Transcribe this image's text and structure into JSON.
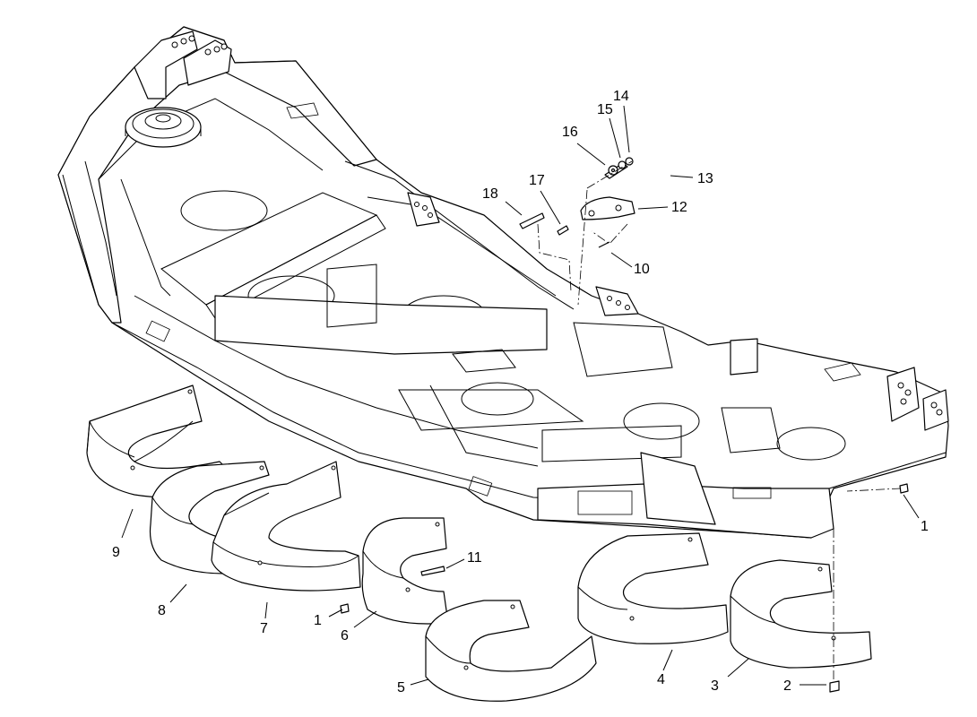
{
  "callouts": {
    "c1a": "1",
    "c1b": "1",
    "c2": "2",
    "c3": "3",
    "c4": "4",
    "c5": "5",
    "c6": "6",
    "c7": "7",
    "c8": "8",
    "c9": "9",
    "c10": "10",
    "c11": "11",
    "c12": "12",
    "c13": "13",
    "c14": "14",
    "c15": "15",
    "c16": "16",
    "c17": "17",
    "c18": "18"
  }
}
